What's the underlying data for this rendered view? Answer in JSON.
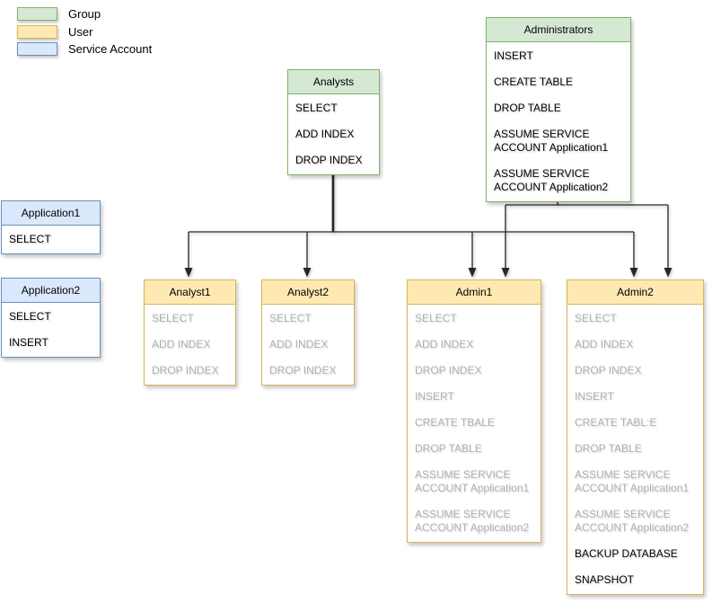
{
  "colors": {
    "group_fill": "#d5e8d4",
    "group_border": "#82b366",
    "user_fill": "#ffe9b3",
    "user_border": "#d6b656",
    "service_fill": "#dae8fc",
    "service_border": "#6c8ebf",
    "inherited_text": "#b0b0b0",
    "edge": "#262626"
  },
  "legend": {
    "items": [
      {
        "type": "group",
        "label": "Group"
      },
      {
        "type": "user",
        "label": "User"
      },
      {
        "type": "service-account",
        "label": "Service Account"
      }
    ]
  },
  "nodes": {
    "analysts": {
      "title": "Analysts",
      "kind": "group",
      "items": [
        {
          "label": "SELECT",
          "inherited": false
        },
        {
          "label": "ADD INDEX",
          "inherited": false
        },
        {
          "label": "DROP INDEX",
          "inherited": false
        }
      ]
    },
    "administrators": {
      "title": "Administrators",
      "kind": "group",
      "items": [
        {
          "label": "INSERT",
          "inherited": false
        },
        {
          "label": "CREATE TABLE",
          "inherited": false
        },
        {
          "label": "DROP TABLE",
          "inherited": false
        },
        {
          "label": "ASSUME SERVICE\nACCOUNT Application1",
          "inherited": false
        },
        {
          "label": "ASSUME SERVICE\nACCOUNT Application2",
          "inherited": false
        }
      ]
    },
    "application1": {
      "title": "Application1",
      "kind": "service-account",
      "items": [
        {
          "label": "SELECT",
          "inherited": false
        }
      ]
    },
    "application2": {
      "title": "Application2",
      "kind": "service-account",
      "items": [
        {
          "label": "SELECT",
          "inherited": false
        },
        {
          "label": "INSERT",
          "inherited": false
        }
      ]
    },
    "analyst1": {
      "title": "Analyst1",
      "kind": "user",
      "items": [
        {
          "label": "SELECT",
          "inherited": true
        },
        {
          "label": "ADD INDEX",
          "inherited": true
        },
        {
          "label": "DROP INDEX",
          "inherited": true
        }
      ]
    },
    "analyst2": {
      "title": "Analyst2",
      "kind": "user",
      "items": [
        {
          "label": "SELECT",
          "inherited": true
        },
        {
          "label": "ADD INDEX",
          "inherited": true
        },
        {
          "label": "DROP INDEX",
          "inherited": true
        }
      ]
    },
    "admin1": {
      "title": "Admin1",
      "kind": "user",
      "items": [
        {
          "label": "SELECT",
          "inherited": true
        },
        {
          "label": "ADD INDEX",
          "inherited": true
        },
        {
          "label": "DROP INDEX",
          "inherited": true
        },
        {
          "label": "INSERT",
          "inherited": true
        },
        {
          "label": "CREATE TBALE",
          "inherited": true
        },
        {
          "label": "DROP TABLE",
          "inherited": true
        },
        {
          "label": "ASSUME SERVICE\nACCOUNT Application1",
          "inherited": true
        },
        {
          "label": "ASSUME SERVICE\nACCOUNT Application2",
          "inherited": true
        }
      ]
    },
    "admin2": {
      "title": "Admin2",
      "kind": "user",
      "items": [
        {
          "label": "SELECT",
          "inherited": true
        },
        {
          "label": "ADD INDEX",
          "inherited": true
        },
        {
          "label": "DROP INDEX",
          "inherited": true
        },
        {
          "label": "INSERT",
          "inherited": true
        },
        {
          "label": "CREATE TABL:E",
          "inherited": true
        },
        {
          "label": "DROP TABLE",
          "inherited": true
        },
        {
          "label": "ASSUME SERVICE\nACCOUNT Application1",
          "inherited": true
        },
        {
          "label": "ASSUME SERVICE\nACCOUNT Application2",
          "inherited": true
        },
        {
          "label": "BACKUP DATABASE",
          "inherited": false
        },
        {
          "label": "SNAPSHOT",
          "inherited": false
        }
      ]
    }
  },
  "edges": [
    {
      "from": "Analysts",
      "to": "Analyst1"
    },
    {
      "from": "Analysts",
      "to": "Analyst2"
    },
    {
      "from": "Analysts",
      "to": "Admin1"
    },
    {
      "from": "Analysts",
      "to": "Admin2"
    },
    {
      "from": "Administrators",
      "to": "Admin1"
    },
    {
      "from": "Administrators",
      "to": "Admin2"
    }
  ]
}
